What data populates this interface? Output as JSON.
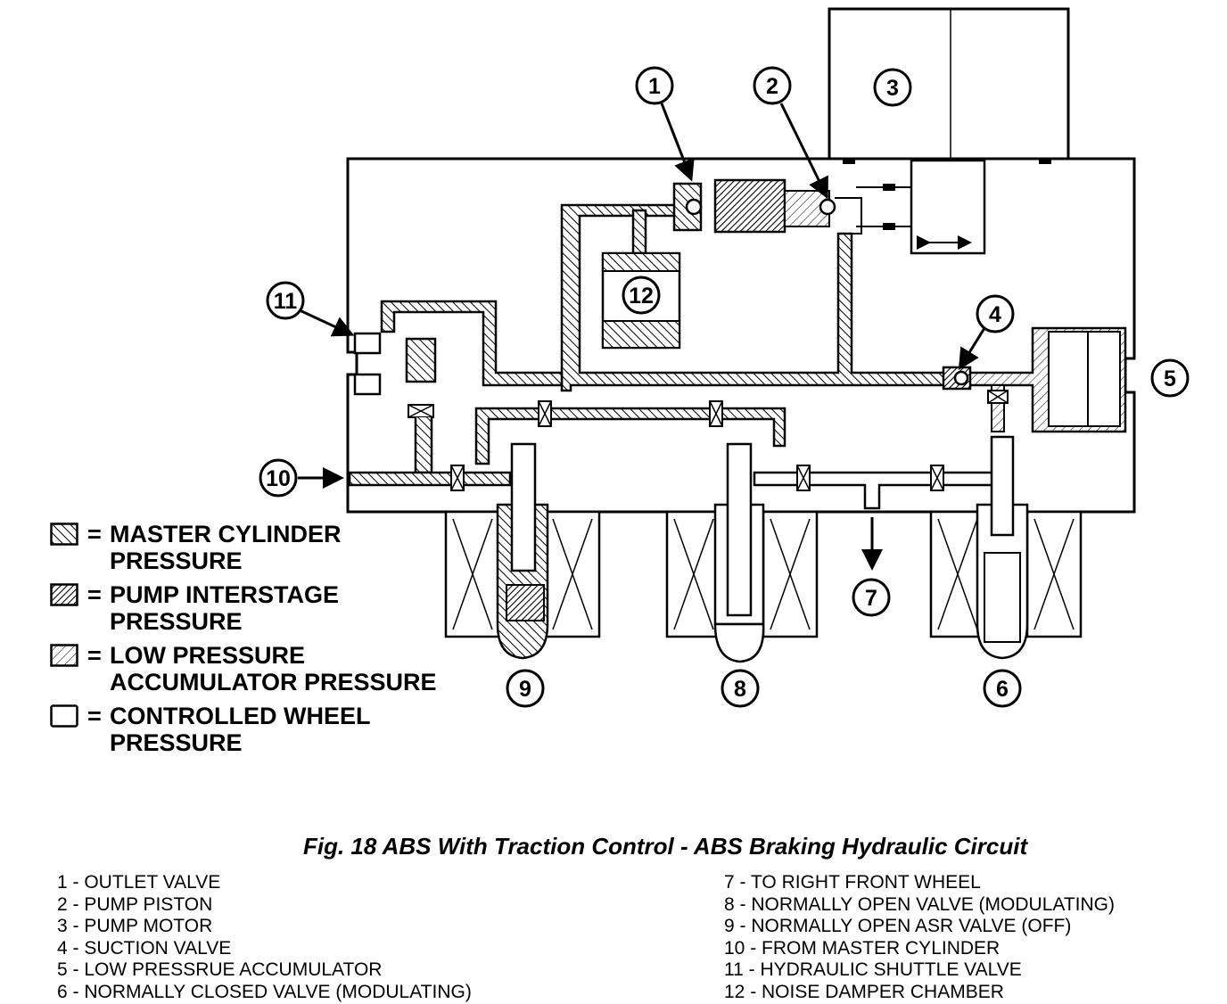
{
  "callouts": [
    "1",
    "2",
    "3",
    "4",
    "5",
    "6",
    "7",
    "8",
    "9",
    "10",
    "11",
    "12"
  ],
  "legend": [
    {
      "pattern": "master",
      "symbol": "=",
      "text": "MASTER CYLINDER\nPRESSURE"
    },
    {
      "pattern": "pump",
      "symbol": "=",
      "text": "PUMP INTERSTAGE\nPRESSURE"
    },
    {
      "pattern": "low",
      "symbol": "=",
      "text": "LOW PRESSURE\nACCUMULATOR PRESSURE"
    },
    {
      "pattern": "wheel",
      "symbol": "=",
      "text": "CONTROLLED WHEEL\nPRESSURE"
    }
  ],
  "caption": "Fig. 18 ABS With Traction Control - ABS Braking Hydraulic Circuit",
  "key_left": [
    "1 - OUTLET VALVE",
    "2 - PUMP PISTON",
    "3 - PUMP MOTOR",
    "4 - SUCTION VALVE",
    "5 - LOW PRESSRUE ACCUMULATOR",
    "6 - NORMALLY CLOSED VALVE (MODULATING)"
  ],
  "key_right": [
    "7 - TO RIGHT FRONT WHEEL",
    "8 - NORMALLY OPEN VALVE (MODULATING)",
    "9 - NORMALLY OPEN ASR VALVE (OFF)",
    "10 - FROM MASTER CYLINDER",
    "11 - HYDRAULIC SHUTTLE VALVE",
    "12 - NOISE DAMPER CHAMBER"
  ]
}
